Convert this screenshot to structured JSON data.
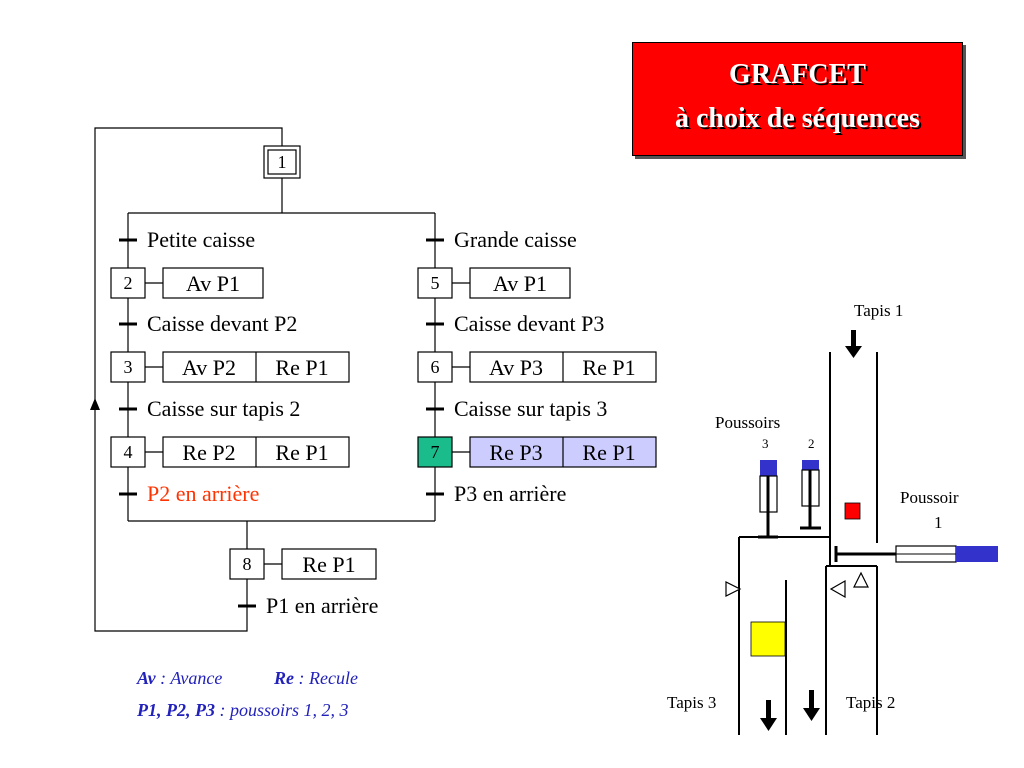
{
  "title": {
    "line1": "GRAFCET",
    "line2": "à choix de séquences"
  },
  "grafcet": {
    "steps": {
      "s1": "1",
      "s2": "2",
      "s3": "3",
      "s4": "4",
      "s5": "5",
      "s6": "6",
      "s7": "7",
      "s8": "8"
    },
    "actions": {
      "s2": "Av P1",
      "s3a": "Av P2",
      "s3b": "Re P1",
      "s4a": "Re P2",
      "s4b": "Re P1",
      "s5": "Av P1",
      "s6a": "Av P3",
      "s6b": "Re P1",
      "s7a": "Re P3",
      "s7b": "Re P1",
      "s8": "Re P1"
    },
    "transitions": {
      "t1": "Petite caisse",
      "t2": "Caisse devant P2",
      "t3": "Caisse sur tapis 2",
      "t4": "P2 en arrière",
      "t5": "Grande caisse",
      "t6": "Caisse devant P3",
      "t7": "Caisse sur tapis 3",
      "t8": "P3 en arrière",
      "t9": "P1 en arrière"
    },
    "colors": {
      "active_step": "#1abc8c",
      "active_action": "#ccccff",
      "highlight_text": "#ff3300"
    }
  },
  "legend": {
    "av_abbr": "Av",
    "av_def": " : Avance",
    "re_abbr": "Re",
    "re_def": " : Recule",
    "p_abbr": "P1, P2, P3",
    "p_def": " : poussoirs 1, 2, 3"
  },
  "schematic": {
    "tapis1": "Tapis 1",
    "tapis2": "Tapis 2",
    "tapis3": "Tapis 3",
    "poussoirs": "Poussoirs",
    "num3": "3",
    "num2": "2",
    "poussoir1_line1": "Poussoir",
    "poussoir1_line2": "1",
    "colors": {
      "actuator": "#3333cc",
      "small_box": "#ff0000",
      "large_box": "#ffff00"
    }
  }
}
